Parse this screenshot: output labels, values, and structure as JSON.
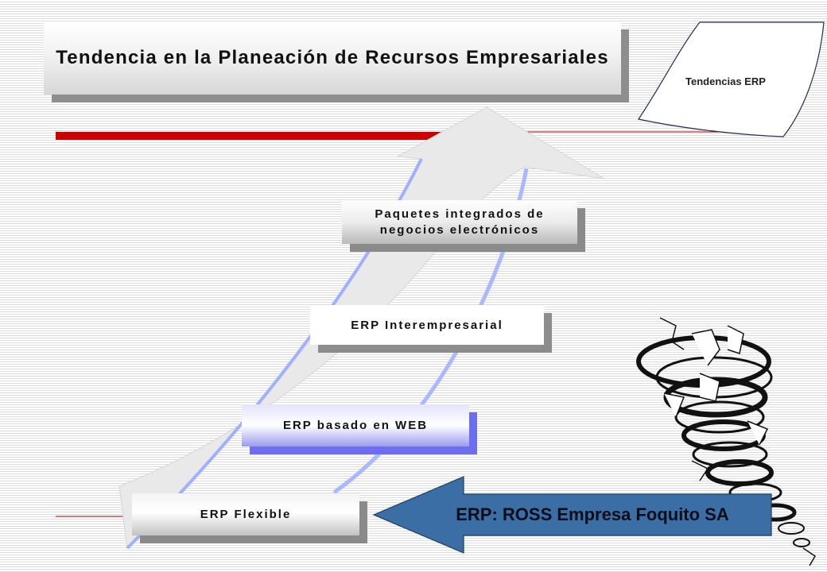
{
  "slide": {
    "title": "Tendencia en la Planeación de Recursos Empresariales",
    "tab_label": "Tendencias ERP",
    "stages": [
      {
        "line1": "Paquetes integrados de",
        "line2": "negocios electrónicos"
      },
      {
        "label": "ERP Interempresarial"
      },
      {
        "label": "ERP basado en WEB"
      },
      {
        "label": "ERP Flexible"
      }
    ],
    "callout": "ERP: ROSS Empresa Foquito SA"
  },
  "colors": {
    "red_bar": "#cc0000",
    "arrow_blue": "#3a6ea5",
    "curve_gray": "#e8e8e8",
    "curve_edge": "#a9b8ff",
    "web_box": "#9b9bf0"
  }
}
